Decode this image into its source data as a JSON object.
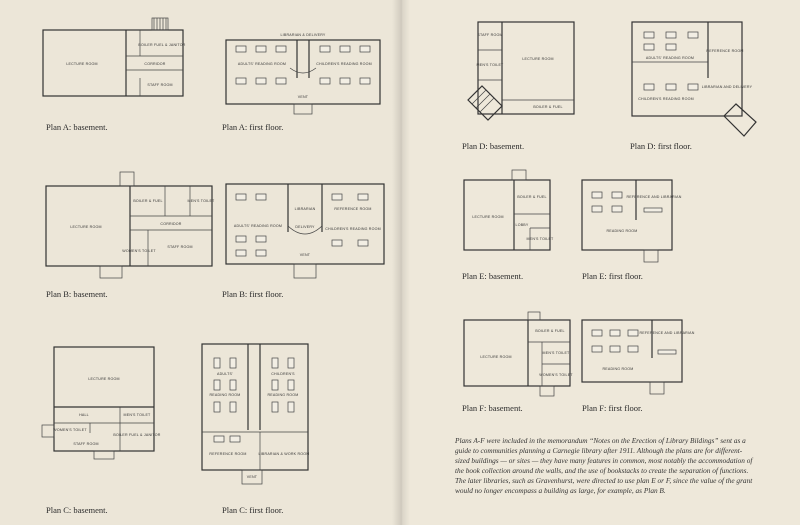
{
  "captions": {
    "a_basement": "Plan A: basement.",
    "a_first": "Plan A: first floor.",
    "b_basement": "Plan B: basement.",
    "b_first": "Plan B: first floor.",
    "c_basement": "Plan C: basement.",
    "c_first": "Plan C: first floor.",
    "d_basement": "Plan D: basement.",
    "d_first": "Plan D: first floor.",
    "e_basement": "Plan E: basement.",
    "e_first": "Plan E: first floor.",
    "f_basement": "Plan F: basement.",
    "f_first": "Plan F: first floor."
  },
  "labels": {
    "lecture_room": "LECTURE ROOM",
    "boiler_fuel_janitor": "BOILER FUEL & JANITOR",
    "boiler_fuel": "BOILER & FUEL",
    "corridor": "CORRIDOR",
    "staff_room": "STAFF ROOM",
    "mens_toilet": "MEN'S TOILET",
    "womens_toilet": "WOMEN'S TOILET",
    "adults_reading_room": "ADULTS' READING ROOM",
    "childrens_reading_room": "CHILDREN'S READING ROOM",
    "librarian_delivery": "LIBRARIAN & DELIVERY",
    "delivery": "DELIVERY",
    "reference_room": "REFERENCE ROOM",
    "librarian": "LIBRARIAN",
    "hall": "HALL",
    "lobby": "LOBBY",
    "vent": "VENT",
    "adults": "ADULTS'",
    "childrens": "CHILDREN'S",
    "reading_room": "READING ROOM",
    "librarian_work_room": "LIBRARIAN & WORK ROOM",
    "reference_and_librarian": "REFERENCE AND LIBRARIAN",
    "librarian_delivery_short": "LIBRARIAN AND DELIVERY"
  },
  "note": "Plans A-F were included in the memorandum “Notes on the Erection of Library Bildings” sent as a guide to communities planning a Carnegie library after 1911. Although the plans are for different-sized buildings — or sites — they have many features in common, most notably the accommodation of the book collection around the walls, and the use of bookstacks to create the separation of functions. The later libraries, such as Gravenhurst, were directed to use plan E or F, since the value of the grant would no longer encompass a building as large, for example, as Plan B."
}
